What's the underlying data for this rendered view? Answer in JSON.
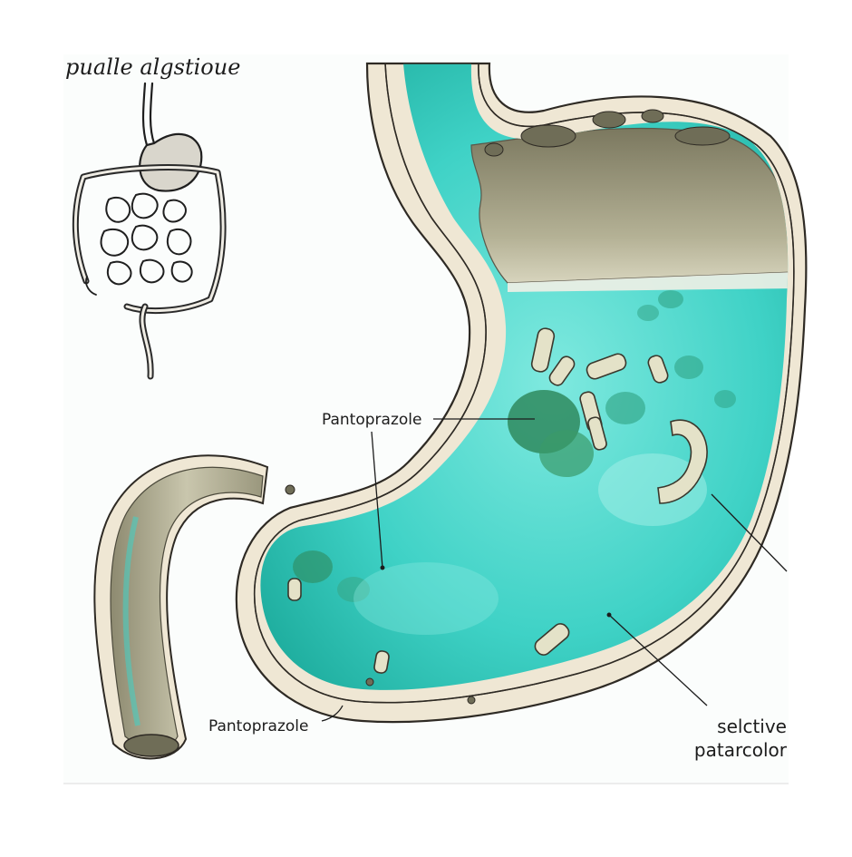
{
  "labels": {
    "top_caption": "pualle algstioue",
    "label_center": "Pantoprazole",
    "label_bottom": "Pantoprazole",
    "label_right_line1": "selctive",
    "label_right_line2": "patarcolor"
  },
  "colors": {
    "paper": "#fbfdfc",
    "wall": "#efe7d4",
    "outline": "#2e2a24",
    "teal": "#3fd2c6",
    "teal_dark": "#1e9a8e",
    "green_blot": "#2f8a5e",
    "food": "#a8a58a",
    "food_dark": "#6f6d57"
  }
}
